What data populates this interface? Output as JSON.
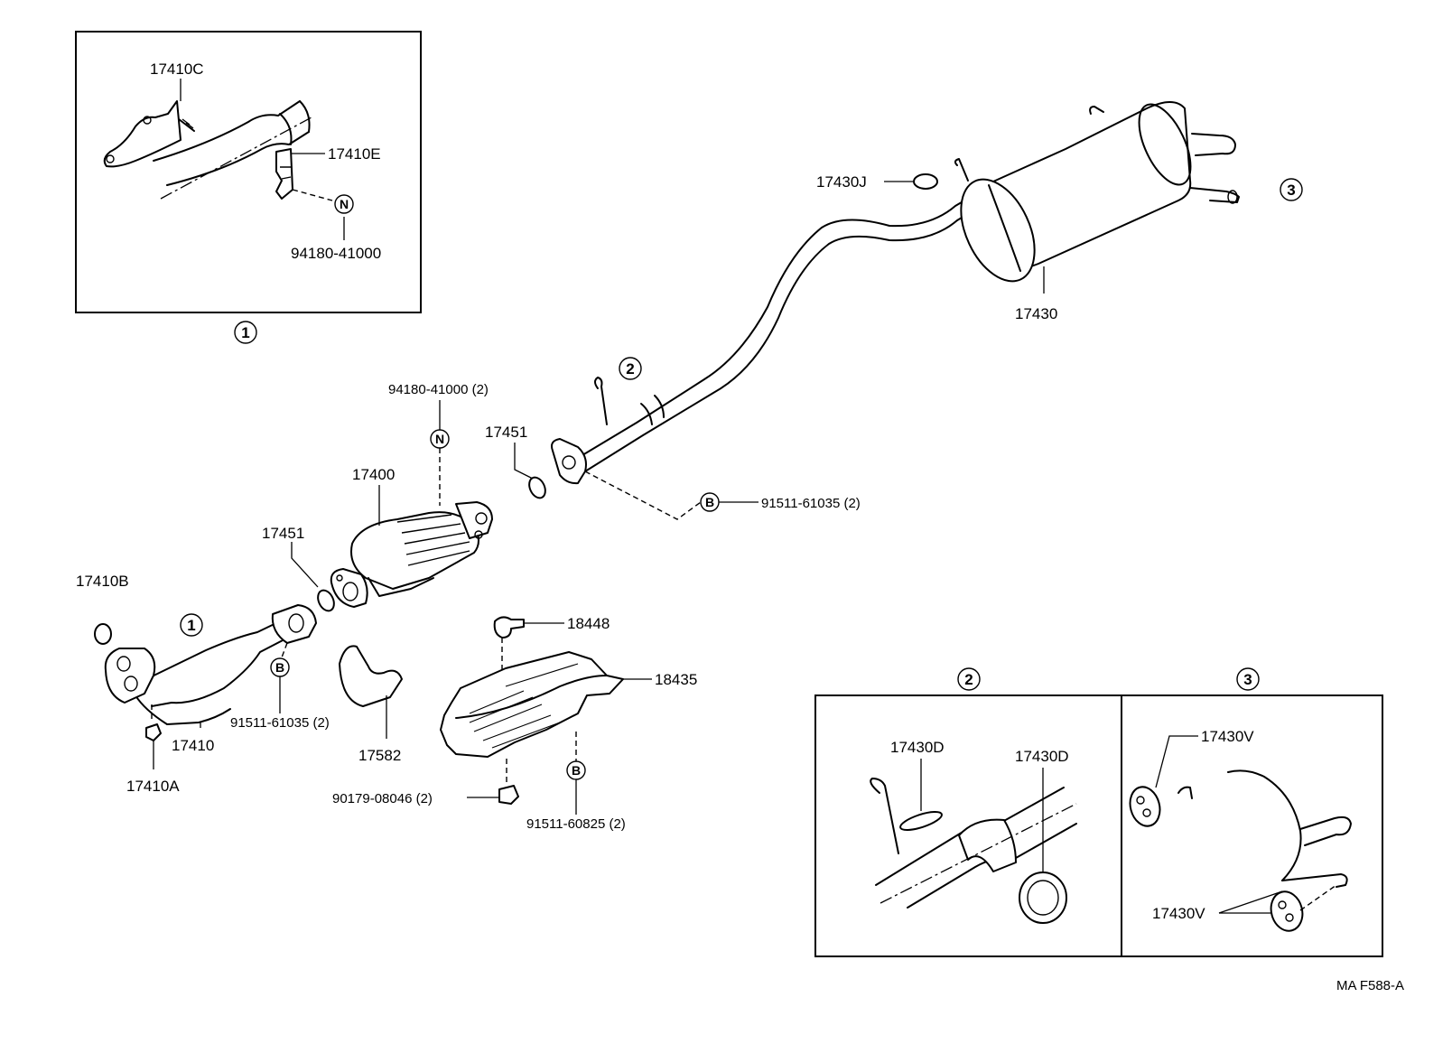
{
  "diagram_code": "MA F588-A",
  "callouts": {
    "one": "1",
    "two": "2",
    "three": "3",
    "N": "N",
    "B": "B"
  },
  "detail_1": {
    "label_17410C": "17410C",
    "label_17410E": "17410E",
    "label_94180": "94180-41000"
  },
  "detail_2": {
    "label_17430D_left": "17430D",
    "label_17430D_right": "17430D"
  },
  "detail_3": {
    "label_17430V_top": "17430V",
    "label_17430V_bottom": "17430V"
  },
  "parts": {
    "p17430J": "17430J",
    "p17430": "17430",
    "p94180_2": "94180-41000 (2)",
    "p17451_upper": "17451",
    "p17400": "17400",
    "p91511_61035_upper": "91511-61035 (2)",
    "p17451_lower": "17451",
    "p17410B": "17410B",
    "p18448": "18448",
    "p18435": "18435",
    "p17410": "17410",
    "p91511_61035_lower": "91511-61035 (2)",
    "p17582": "17582",
    "p17410A": "17410A",
    "p90179": "90179-08046 (2)",
    "p91511_60825": "91511-60825 (2)"
  }
}
